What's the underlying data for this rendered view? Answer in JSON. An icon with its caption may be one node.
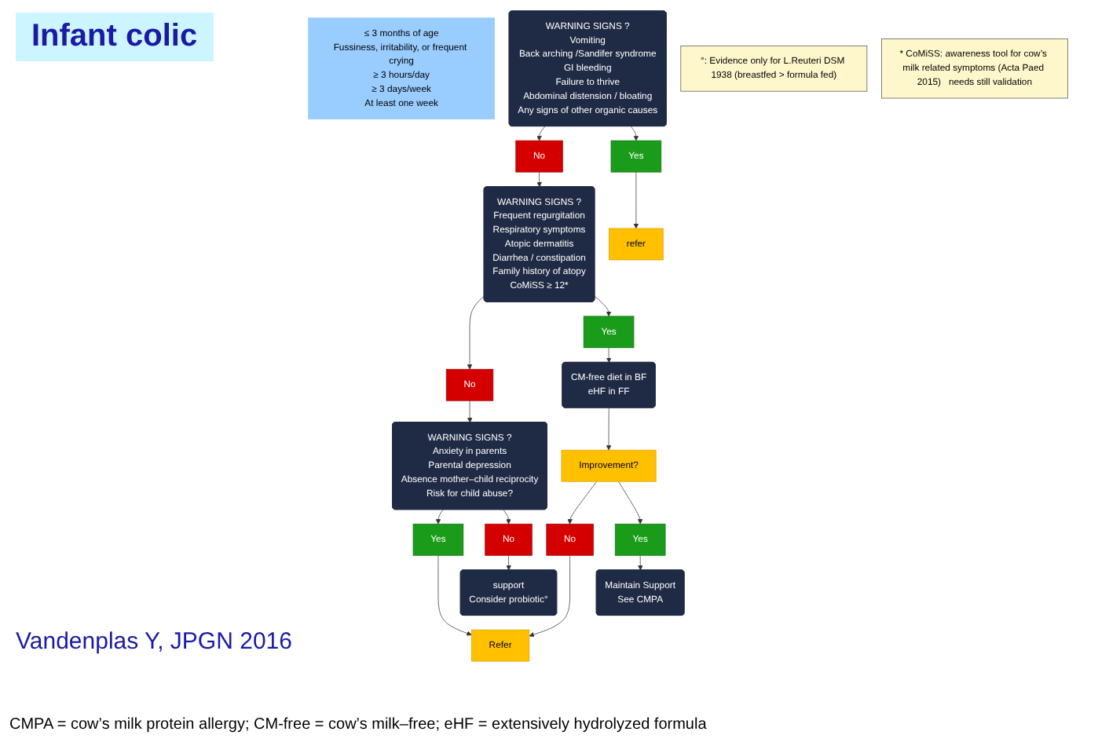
{
  "diagram": {
    "title": "Infant colic",
    "nodes": [
      {
        "text": [
          "≤ 3 months of age",
          "Fussiness, irritability, or frequent crying",
          "≥ 3 hours/day",
          "≥ 3 days/week",
          "At least one week"
        ]
      },
      {
        "text": [
          "WARNING SIGNS ?",
          "Vomiting",
          "Back arching /Sandifer syndrome",
          "GI bleeding",
          "Failure to thrive",
          "Abdominal distension / bloating",
          "Any signs of other organic causes"
        ]
      },
      {
        "text": [
          "No"
        ]
      },
      {
        "text": [
          "Yes"
        ]
      },
      {
        "text": [
          "refer"
        ]
      },
      {
        "text": [
          "WARNING SIGNS ?",
          "Frequent regurgitation",
          "Respiratory symptoms",
          "Atopic dermatitis",
          "Diarrhea / constipation",
          "Family history of atopy",
          "CoMiSS  ≥ 12*"
        ]
      },
      {
        "text": [
          "No"
        ]
      },
      {
        "text": [
          "WARNING SIGNS ?",
          "Anxiety in parents",
          "Parental depression",
          "Absence mother–child reciprocity",
          "Risk for child abuse?"
        ]
      },
      {
        "text": [
          "Yes"
        ]
      },
      {
        "text": [
          "CM-free diet in BF",
          "eHF in FF"
        ]
      },
      {
        "text": [
          "Improvement?"
        ]
      },
      {
        "text": [
          "No"
        ]
      },
      {
        "text": [
          "Refer"
        ]
      },
      {
        "text": [
          "Yes"
        ]
      },
      {
        "text": [
          "Maintain Support",
          "See CMPA"
        ]
      },
      {
        "text": [
          "Yes"
        ]
      },
      {
        "text": [
          "No"
        ]
      },
      {
        "text": [
          "support",
          "Consider probiotic°"
        ]
      },
      {
        "text": [
          "°: Evidence only for L.Reuteri DSM 1938 (breastfed > formula fed)"
        ]
      },
      {
        "text": [
          "* CoMiSS: awareness tool for cow’s milk related symptoms (Acta Paed 2015)   needs still validation"
        ]
      }
    ],
    "edges": [
      {
        "from": 1,
        "to": 2,
        "arrow": "to"
      },
      {
        "from": 1,
        "to": 3,
        "arrow": "to"
      },
      {
        "from": 3,
        "to": 4,
        "arrow": "to"
      },
      {
        "from": 2,
        "to": 5,
        "arrow": "to"
      },
      {
        "from": 5,
        "to": 6,
        "arrow": "to"
      },
      {
        "from": 6,
        "to": 7,
        "arrow": "to"
      },
      {
        "from": 5,
        "to": 8,
        "arrow": "to"
      },
      {
        "from": 8,
        "to": 9,
        "arrow": "to"
      },
      {
        "from": 9,
        "to": 10,
        "arrow": "to"
      },
      {
        "from": 10,
        "to": 11,
        "arrow": "to"
      },
      {
        "from": 11,
        "to": 12,
        "arrow": "to"
      },
      {
        "from": 10,
        "to": 13,
        "arrow": "to"
      },
      {
        "from": 13,
        "to": 14,
        "arrow": "to"
      },
      {
        "from": 7,
        "to": 15,
        "arrow": "to"
      },
      {
        "from": 15,
        "to": 12,
        "arrow": "to"
      },
      {
        "from": 7,
        "to": 16,
        "arrow": "to"
      },
      {
        "from": 16,
        "to": 17,
        "arrow": "to"
      }
    ],
    "labels": [
      "Vandenplas Y, JPGN 2016",
      "CMPA = cow’s milk protein allergy; CM-free = cow’s milk–free; eHF = extensively hydrolyzed formula"
    ]
  }
}
